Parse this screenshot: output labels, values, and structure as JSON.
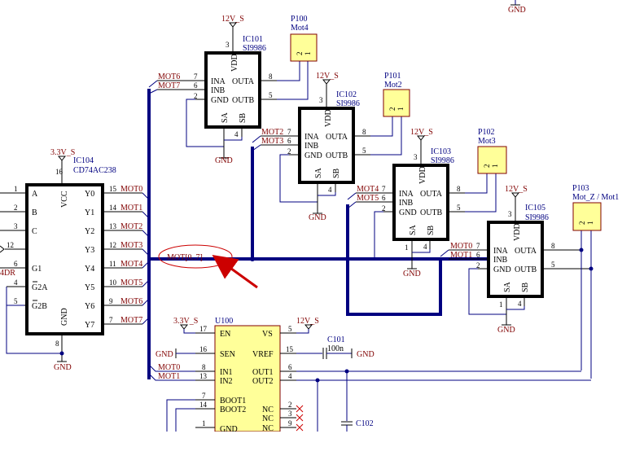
{
  "components": {
    "ic104": {
      "ref": "IC104",
      "part": "CD74AC238",
      "power": "3.3V_S",
      "gnd": "GND",
      "pins_left": [
        "A",
        "B",
        "C",
        "G1",
        "G2A",
        "G2B"
      ],
      "pins_right": [
        "Y0",
        "Y1",
        "Y2",
        "Y3",
        "Y4",
        "Y5",
        "Y6",
        "Y7"
      ],
      "vcc": "VCC",
      "gndpin": "GND",
      "left_nums": [
        "1",
        "2",
        "3",
        "12",
        "6",
        "4",
        "5"
      ],
      "right_nums": [
        "15",
        "14",
        "13",
        "12",
        "11",
        "10",
        "9",
        "7"
      ],
      "top_num": "16",
      "bottom_num": "8",
      "cut_label": "4DR"
    },
    "ic101": {
      "ref": "IC101",
      "part": "SI9986",
      "power": "12V_S",
      "gnd": "GND"
    },
    "ic102": {
      "ref": "IC102",
      "part": "SI9986",
      "power": "12V_S",
      "gnd": "GND"
    },
    "ic103": {
      "ref": "IC103",
      "part": "SI9986",
      "power": "12V_S",
      "gnd": "GND"
    },
    "ic105": {
      "ref": "IC105",
      "part": "SI9986",
      "power": "12V_S",
      "gnd": "GND"
    },
    "driver_pins": {
      "vdd": "VDD",
      "ina": "INA",
      "inb": "INB",
      "gnd": "GND",
      "outa": "OUTA",
      "outb": "OUTB",
      "sa": "SA",
      "sb": "SB"
    },
    "driver_nums": {
      "vdd": "3",
      "ina": "7",
      "inb": "6",
      "gnd": "2",
      "gnd2": "1",
      "outa": "8",
      "outb": "5",
      "sb": "4"
    },
    "p100": {
      "ref": "P100",
      "name": "Mot4"
    },
    "p101": {
      "ref": "P101",
      "name": "Mot2"
    },
    "p102": {
      "ref": "P102",
      "name": "Mot3"
    },
    "p103": {
      "ref": "P103",
      "name": "Mot_Z / Mot1"
    },
    "conn_pins": {
      "a": "2",
      "b": "1"
    },
    "u100": {
      "ref": "U100",
      "power_left": "3.3V_S",
      "power_right": "12V_S",
      "pins_left": [
        "EN",
        "SEN",
        "IN1",
        "IN2",
        "BOOT1",
        "BOOT2",
        "GND"
      ],
      "pins_right": [
        "VS",
        "VREF",
        "OUT1",
        "OUT2",
        "NC",
        "NC",
        "NC"
      ],
      "left_nums": [
        "17",
        "16",
        "8",
        "13",
        "7",
        "14",
        "1"
      ],
      "right_nums": [
        "5",
        "15",
        "6",
        "4",
        "2",
        "3",
        "9"
      ]
    },
    "c101": {
      "ref": "C101",
      "value": "100n"
    },
    "c102": {
      "ref": "C102"
    }
  },
  "nets": {
    "mot0": "MOT0",
    "mot1": "MOT1",
    "mot2": "MOT2",
    "mot3": "MOT3",
    "mot4": "MOT4",
    "mot5": "MOT5",
    "mot6": "MOT6",
    "mot7": "MOT7",
    "bus": "MOT[0..7]",
    "gnd": "GND"
  },
  "annotation": {
    "highlight": "MOT[0..7]",
    "color": "#cc0000"
  },
  "colors": {
    "wire": "#000080",
    "net": "#800000",
    "part_fill": "#ffffff",
    "connector_fill": "#ffff99"
  }
}
